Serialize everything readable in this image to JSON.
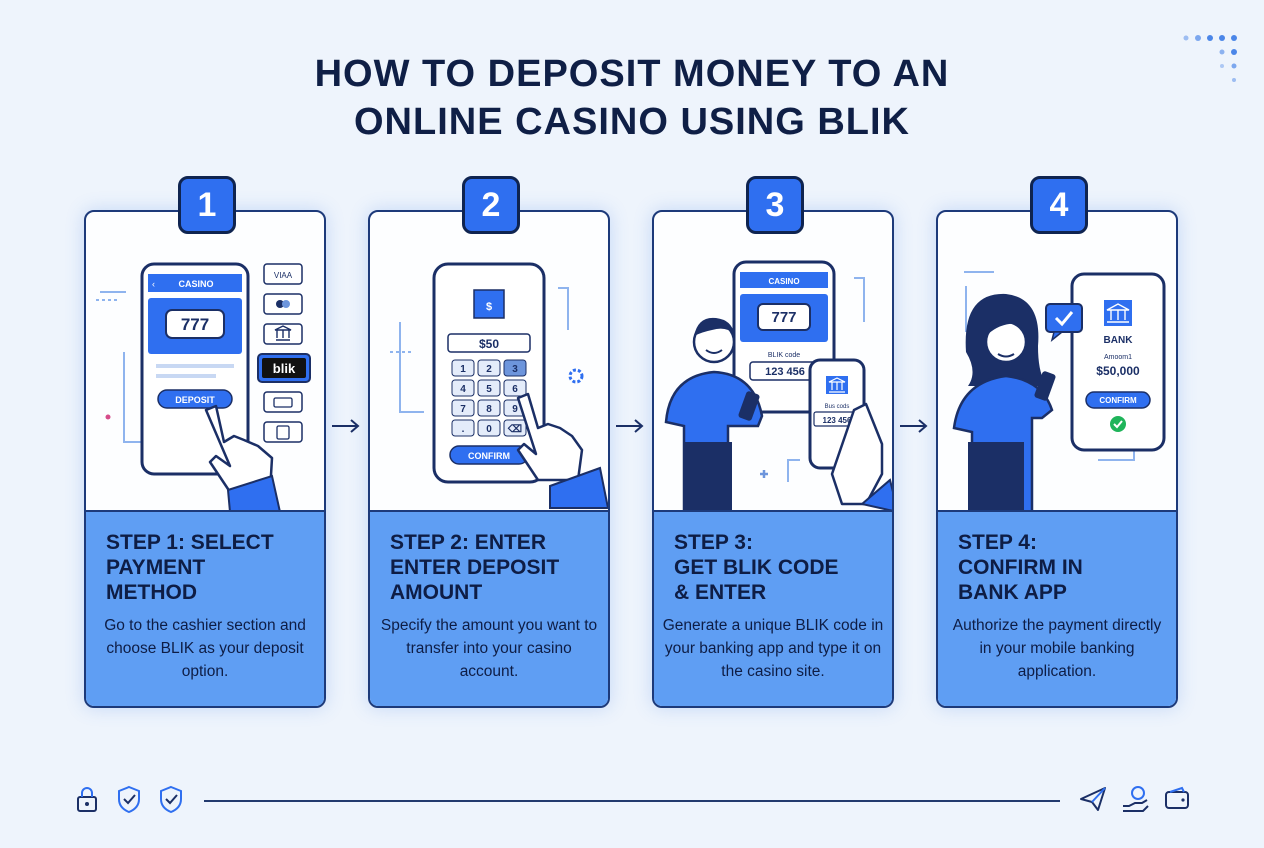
{
  "title": {
    "line1": "HOW TO DEPOSIT MONEY TO AN",
    "line2": "ONLINE CASINO USING BLIK"
  },
  "steps": [
    {
      "number": "1",
      "title": "STEP 1: SELECT\nPAYMENT\nMETHOD",
      "description": "Go to the cashier section and choose BLIK as your deposit option.",
      "screen": {
        "header": "CASINO",
        "slots": "777",
        "button": "DEPOSIT",
        "method_visa": "VIAA",
        "method_blik": "blik"
      }
    },
    {
      "number": "2",
      "title": "STEP 2: ENTER\nENTER DEPOSIT\nAMOUNT",
      "description": "Specify the amount you want to transfer into your casino account.",
      "screen": {
        "amount": "$50",
        "keys": [
          "1",
          "2",
          "3",
          "4",
          "5",
          "6",
          "7",
          "8",
          "9",
          ".",
          "0",
          "⌫"
        ],
        "button": "CONFIRM"
      }
    },
    {
      "number": "3",
      "title": "STEP 3:\nGET BLIK CODE\n& ENTER",
      "description": "Generate a unique BLIK code in your banking app and type it on the casino site.",
      "screen": {
        "header": "CASINO",
        "slots": "777",
        "code_label": "BLIK code",
        "code": "123 456",
        "bank_label": "Bus cods",
        "bank_code": "123 456"
      }
    },
    {
      "number": "4",
      "title": "STEP 4:\nCONFIRM IN\nBANK APP",
      "description": "Authorize the payment directly in your mobile banking application.",
      "screen": {
        "bank": "BANK",
        "amount_label": "Amoom1",
        "amount": "$50,000",
        "button": "CONFIRM"
      }
    }
  ],
  "colors": {
    "accent": "#2f6ff0",
    "panel": "#5f9ef3",
    "navy": "#0f1f46",
    "background": "#eef4fc"
  },
  "footer_icons_left": [
    "padlock-icon",
    "shield-check-icon",
    "shield-check-icon"
  ],
  "footer_icons_right": [
    "paper-plane-icon",
    "hand-money-icon",
    "wallet-icon"
  ]
}
